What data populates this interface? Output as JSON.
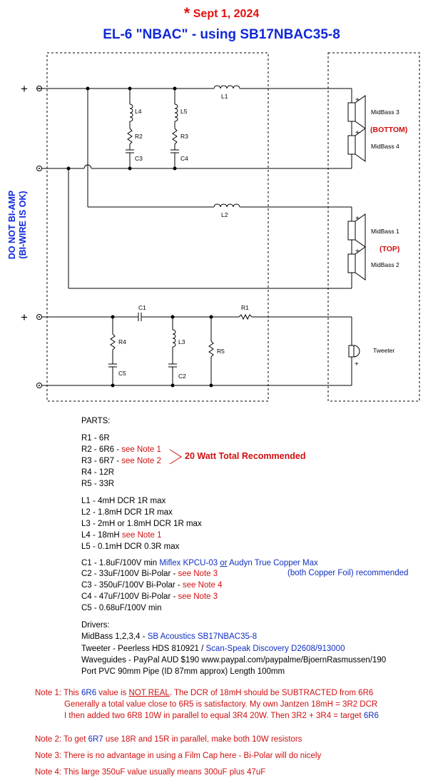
{
  "header": {
    "date": "Sept 1, 2024",
    "title": "EL-6 \"NBAC\" - using SB17NBAC35-8"
  },
  "side_text": {
    "line1": "DO NOT BI-AMP",
    "line2": "(BI-WIRE IS OK)"
  },
  "schematic": {
    "plus": "+",
    "components": {
      "L1": "L1",
      "L2": "L2",
      "L3": "L3",
      "L4": "L4",
      "L5": "L5",
      "R1": "R1",
      "R2": "R2",
      "R3": "R3",
      "R4": "R4",
      "R5": "R5",
      "C1": "C1",
      "C2": "C2",
      "C3": "C3",
      "C4": "C4",
      "C5": "C5"
    },
    "drivers": {
      "midbass3": "MidBass 3",
      "midbass4": "MidBass 4",
      "midbass1": "MidBass 1",
      "midbass2": "MidBass 2",
      "tweeter": "Tweeter"
    },
    "bottom_label": "(BOTTOM)",
    "top_label": "(TOP)"
  },
  "parts": {
    "heading": "PARTS:",
    "recommend": "20 Watt Total Recommended",
    "r1": "R1 - 6R",
    "r2": "R2 - 6R6 - ",
    "r2_note": "see Note 1",
    "r3": "R3 - 6R7 - ",
    "r3_note": "see Note 2",
    "r4": "R4 - 12R",
    "r5": "R5 - 33R",
    "l1": "L1 - 4mH DCR 1R max",
    "l2": "L2 - 1.8mH DCR 1R max",
    "l3": "L3 - 2mH or 1.8mH DCR 1R max",
    "l4": "L4 - 18mH ",
    "l4_note": "see Note 1",
    "l5": "L5 - 0.1mH DCR 0.3R max",
    "c1": "C1 - 1.8uF/100V min ",
    "c1_blue_a": "Miflex KPCU-03 ",
    "c1_or": "or",
    "c1_blue_b": " Audyn True Copper Max",
    "c1_foil": "(both Copper Foil) recommended",
    "c2": "C2 - 33uF/100V Bi-Polar - ",
    "c2_note": "see Note 3",
    "c3": "C3 - 350uF/100V Bi-Polar - ",
    "c3_note": "see Note 4",
    "c4": "C4 - 47uF/100V Bi-Polar - ",
    "c4_note": "see Note 3",
    "c5": "C5 - 0.68uF/100V min"
  },
  "drivers_list": {
    "heading": "Drivers:",
    "midbass": "MidBass 1,2,3,4 - ",
    "midbass_blue": "SB Acoustics SB17NBAC35-8",
    "tweeter": "Tweeter - Peerless HDS 810921 / ",
    "tweeter_blue": "Scan-Speak Discovery D2608/913000",
    "waveguides": "Waveguides - PayPal AUD $190 www.paypal.com/paypalme/BjoernRasmussen/190",
    "port": "Port PVC 90mm Pipe (ID 87mm approx) Length 100mm"
  },
  "notes": {
    "n1_a": "Note 1: This ",
    "n1_b": "6R6",
    "n1_c": " value is ",
    "n1_d": "NOT REAL",
    "n1_e": ". The DCR of 18mH should be SUBTRACTED from 6R6",
    "n1_line2": "Generally a total value close to 6R5 is satisfactory.  My own Jantzen 18mH = 3R2 DCR",
    "n1_line3a": "I then added two 6R8 10W in parallel to equal 3R4 20W. Then 3R2 + 3R4 = target ",
    "n1_line3b": "6R6",
    "n2_a": "Note 2: To get ",
    "n2_b": "6R7",
    "n2_c": " use 18R and 15R in parallel, make both 10W resistors",
    "n3": "Note 3: There is no advantage in using a Film Cap here - Bi-Polar will do nicely",
    "n4": "Note 4: This large 350uF value usually means 300uF plus 47uF"
  }
}
